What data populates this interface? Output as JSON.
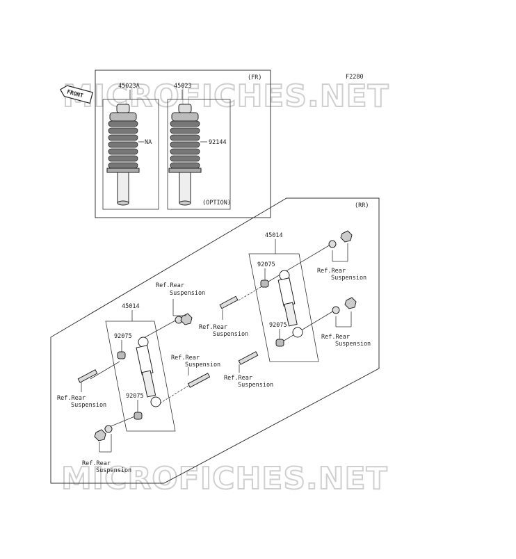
{
  "diagram_code": "F2280",
  "front_box": {
    "tag": "(FR)",
    "part_left": "45023A",
    "part_right": "45023",
    "callout_left": "NA",
    "callout_right": "92144",
    "option_note": "(OPTION)"
  },
  "rear_box": {
    "tag": "(RR)",
    "shock_upper": "45014",
    "shock_lower": "45014",
    "bushing_labels": [
      "92075",
      "92075",
      "92075",
      "92075"
    ],
    "ref_label_line1": "Ref.Rear",
    "ref_label_line2": "Suspension"
  },
  "front_badge": "FRONT",
  "watermark": "MICROFICHES.NET"
}
